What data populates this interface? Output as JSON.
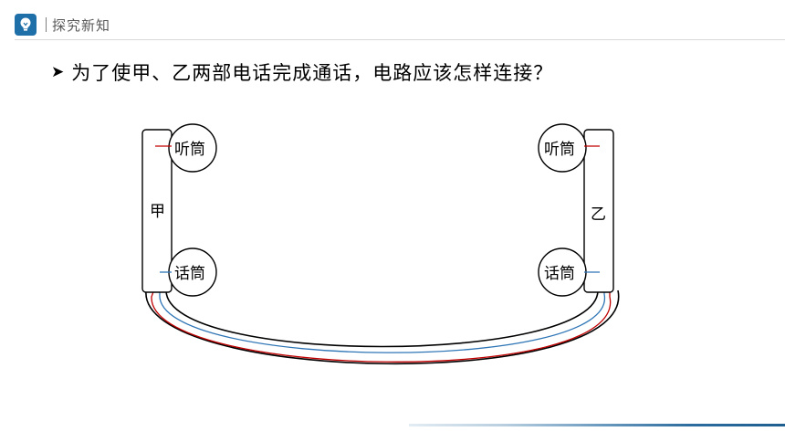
{
  "header": {
    "logo_icon": "lightbulb-icon",
    "title": "探究新知",
    "accent_color": "#1f6fa8"
  },
  "question": {
    "bullet_icon": "arrow-bullet-icon",
    "text": "为了使甲、乙两部电话完成通话，电路应该怎样连接？"
  },
  "diagram": {
    "phone_left": {
      "name": "甲",
      "earpiece": "听筒",
      "mouthpiece": "话筒"
    },
    "phone_right": {
      "name": "乙",
      "earpiece": "听筒",
      "mouthpiece": "话筒"
    },
    "wire_colors": {
      "red": "#c00000",
      "blue": "#2e75b6",
      "cable": "#000000"
    }
  }
}
